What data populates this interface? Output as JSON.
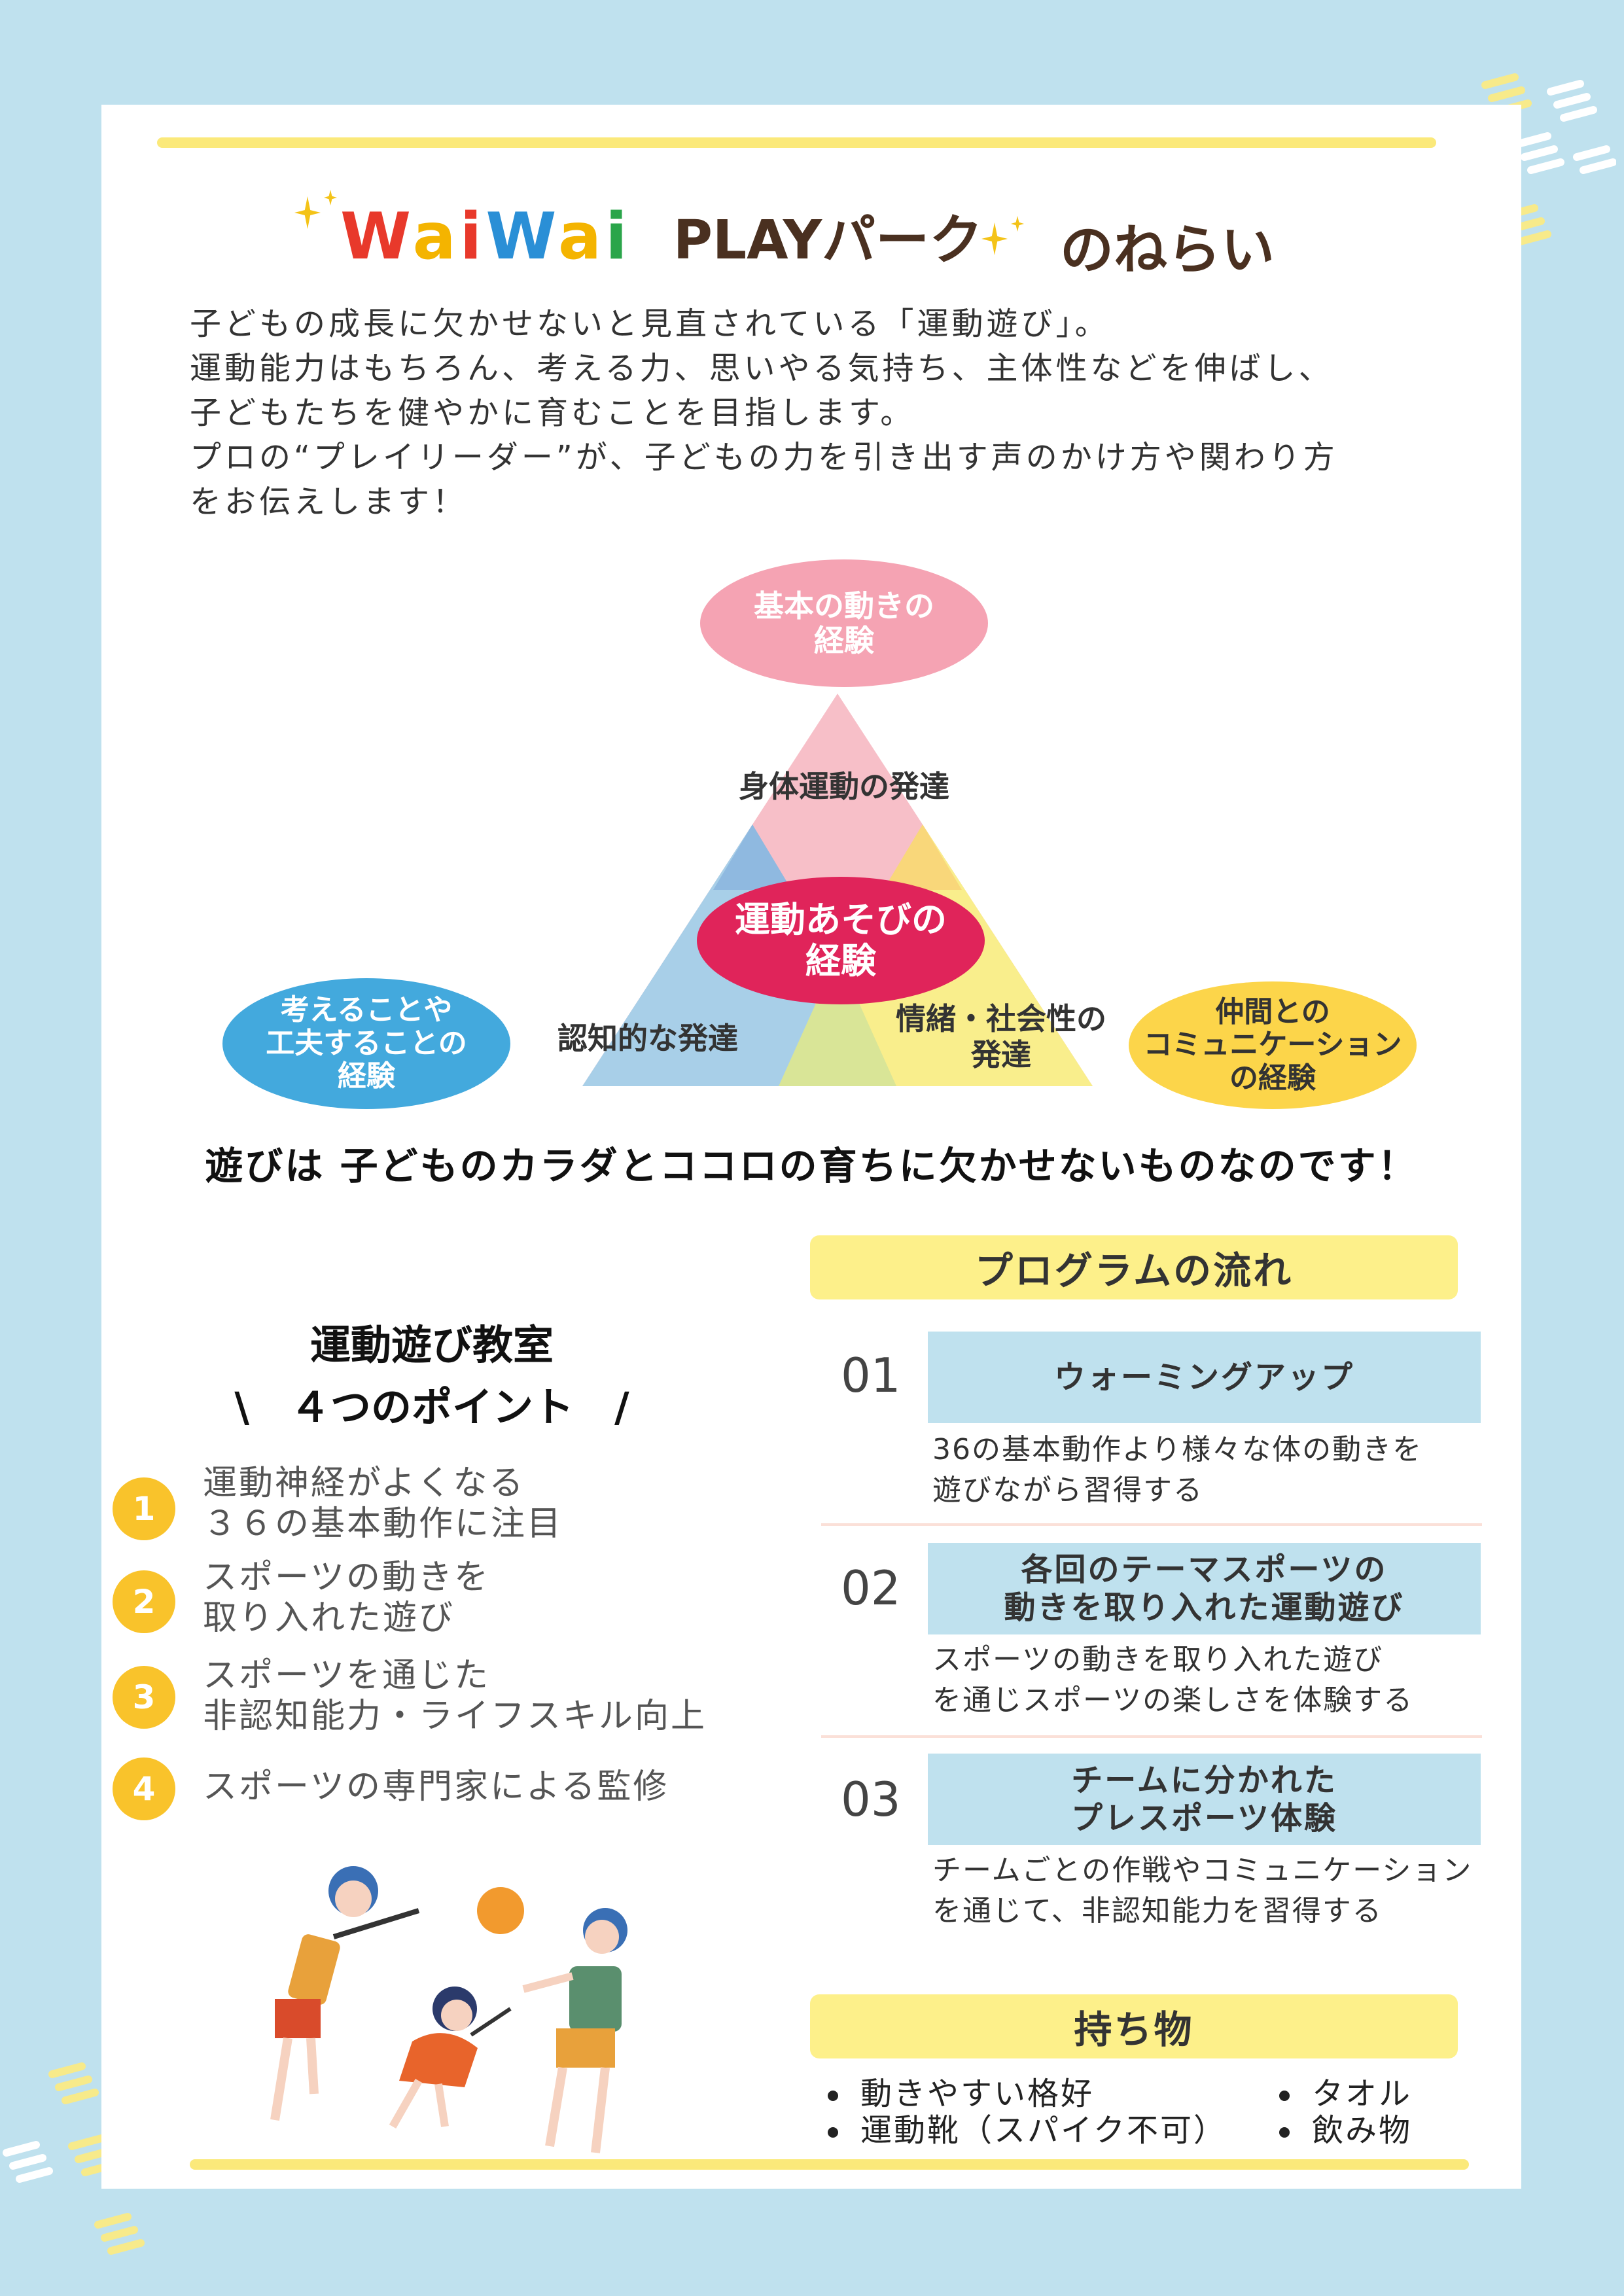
{
  "title": {
    "letters": [
      "W",
      "a",
      "i",
      "W",
      "a",
      "i"
    ],
    "letter_colors": [
      "#e8392b",
      "#f4b400",
      "#e8392b",
      "#2a8fd6",
      "#f4b400",
      "#2aa54a"
    ],
    "mid": "PLAYパーク",
    "end": "のねらい",
    "color": "#4a3020"
  },
  "intro": [
    " 子どもの成長に欠かせないと見直されている「運動遊び」。",
    " 運動能力はもちろん、考える力、思いやる気持ち、主体性などを伸ばし、",
    "子どもたちを健やかに育むことを目指します。",
    " プロの“プレイリーダー”が、子どもの力を引き出す声のかけ方や関わり方",
    "をお伝えします！"
  ],
  "diagram": {
    "top_ellipse": "基本の動きの\n経験",
    "center_ellipse": "運動あそびの\n経験",
    "left_ellipse": "考えることや\n工夫することの\n経験",
    "right_ellipse": "仲間との\nコミュニケーション\nの経験",
    "label_top": "身体運動の発達",
    "label_left": "認知的な発達",
    "label_right": "情緒・社会性の\n発達",
    "colors": {
      "pink": "#f5a3b3",
      "red": "#e0245a",
      "blue": "#43a9dd",
      "yellow": "#fcd54a",
      "tri_pink": "#f7bfc8",
      "tri_blue": "#a8cfe8",
      "tri_yellow": "#f9ee8c",
      "tri_green": "#d9e597"
    }
  },
  "tagline": "遊びは 子どものカラダとココロの育ちに欠かせないものなのです！",
  "points": {
    "heading1": "運動遊び教室",
    "heading2": "\\　４つのポイント　/",
    "items": [
      {
        "num": "1",
        "text": "運動神経がよくなる\n３６の基本動作に注目"
      },
      {
        "num": "2",
        "text": "スポーツの動きを\n取り入れた遊び"
      },
      {
        "num": "3",
        "text": "スポーツを通じた\n非認知能力・ライフスキル向上"
      },
      {
        "num": "4",
        "text": "スポーツの専門家による監修"
      }
    ]
  },
  "program": {
    "heading": "プログラムの流れ",
    "steps": [
      {
        "num": "01",
        "title": "ウォーミングアップ",
        "desc": "36の基本動作より様々な体の動きを\n遊びながら習得する"
      },
      {
        "num": "02",
        "title": "各回のテーマスポーツの\n動きを取り入れた運動遊び",
        "desc": "スポーツの動きを取り入れた遊び\nを通じスポーツの楽しさを体験する"
      },
      {
        "num": "03",
        "title": "チームに分かれた\nプレスポーツ体験",
        "desc": "チームごとの作戦やコミュニケーション\nを通じて、非認知能力を習得する"
      }
    ]
  },
  "belongings": {
    "heading": "持ち物",
    "left": [
      "動きやすい格好",
      "運動靴（スパイク不可）"
    ],
    "right": [
      "タオル",
      "飲み物"
    ]
  }
}
